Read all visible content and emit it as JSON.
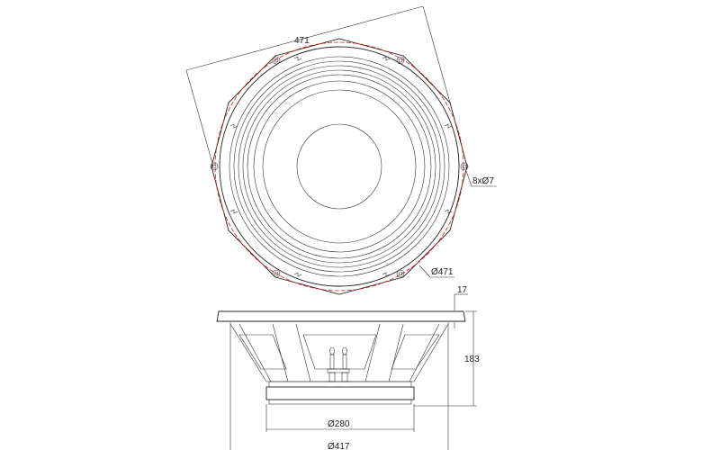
{
  "drawing": {
    "top_view": {
      "width_dim": "471",
      "mount_holes": "8xØ7",
      "bolt_circle": "Ø471"
    },
    "side_view": {
      "flange_thickness": "17",
      "depth": "183",
      "magnet_diameter": "Ø280",
      "basket_diameter": "Ø417"
    },
    "colors": {
      "line": "#222222",
      "centerline": "#d62020"
    }
  }
}
